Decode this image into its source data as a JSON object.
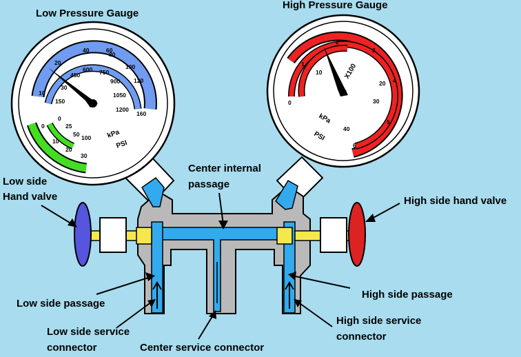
{
  "colors": {
    "background": "#a8dcee",
    "body_gray": "#b9b9b9",
    "passage_blue": "#33aaee",
    "low_valve": "#5555dd",
    "high_valve": "#dd2222",
    "gauge_blue": "#6f9cf0",
    "gauge_green": "#44dd22",
    "gauge_red": "#ee2222",
    "fitting_yellow": "#f5e84a"
  },
  "gauges": {
    "low": {
      "title": "Low Pressure Gauge",
      "unit_kpa": "kPa",
      "unit_psi": "PSI",
      "outer_scale": [
        "20",
        "40",
        "60",
        "80",
        "100",
        "120"
      ],
      "kpa_scale": [
        "450",
        "600",
        "750",
        "900",
        "1050",
        "1200"
      ],
      "psi_scale": [
        "10",
        "30",
        "150",
        "160"
      ],
      "green_scale": [
        "0",
        "25",
        "50",
        "100",
        "0",
        "10",
        "20",
        "30"
      ],
      "pointer": "needle-icon"
    },
    "high": {
      "title": "High Pressure Gauge",
      "unit_kpa": "kPa",
      "unit_psi": "PSI",
      "multiplier": "X100",
      "outer_scale": [
        "2",
        "3",
        "4",
        "5",
        "6"
      ],
      "mid_scale": [
        "1",
        "0"
      ],
      "inner_scale": [
        "10",
        "20",
        "30",
        "40",
        "0"
      ],
      "pointer": "needle-icon"
    }
  },
  "labels": {
    "low_side_hand_valve_line1": "Low side",
    "low_side_hand_valve_line2": "Hand valve",
    "high_side_hand_valve": "High side hand valve",
    "center_internal_passage_line1": "Center internal",
    "center_internal_passage_line2": "passage",
    "low_side_passage": "Low side passage",
    "high_side_passage": "High side passage",
    "low_side_service_connector_line1": "Low side service",
    "low_side_service_connector_line2": "connector",
    "high_side_service_connector_line1": "High side service",
    "high_side_service_connector_line2": "connector",
    "center_service_connector": "Center service connector"
  }
}
